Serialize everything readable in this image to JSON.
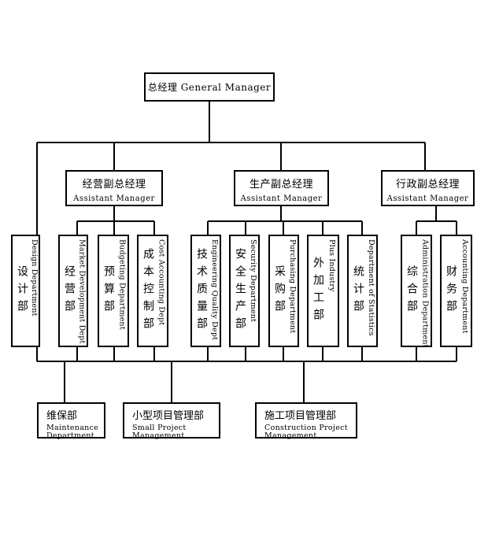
{
  "general_manager": {
    "cn": "总经理",
    "en": "General Manager"
  },
  "assistants": [
    {
      "cn": "经营副总经理",
      "en": "Assistant Manager"
    },
    {
      "cn": "生产副总经理",
      "en": "Assistant Manager"
    },
    {
      "cn": "行政副总经理",
      "en": "Assistant Manager"
    }
  ],
  "departments": [
    {
      "cn": "设计部",
      "en": "Design Department"
    },
    {
      "cn": "经营部",
      "en": "Market Development Dept"
    },
    {
      "cn": "预算部",
      "en": "Budgeting Department"
    },
    {
      "cn": "成本控制部",
      "en": "Cost Accounting Dept"
    },
    {
      "cn": "技术质量部",
      "en": "Engineering Quality Dept"
    },
    {
      "cn": "安全生产部",
      "en": "Security Department"
    },
    {
      "cn": "采购部",
      "en": "Purchasing Department"
    },
    {
      "cn": "外加工部",
      "en": "Plus Industry"
    },
    {
      "cn": "统计部",
      "en": "Department of Statistics"
    },
    {
      "cn": "综合部",
      "en": "Administration Department"
    },
    {
      "cn": "财务部",
      "en": "Accounting Department"
    }
  ],
  "project_units": [
    {
      "cn": "维保部",
      "en": "Maintenance\nDepartment"
    },
    {
      "cn": "小型项目管理部",
      "en": "Small Project\nManagement"
    },
    {
      "cn": "施工项目管理部",
      "en": "Construction Project\nManagement"
    }
  ]
}
